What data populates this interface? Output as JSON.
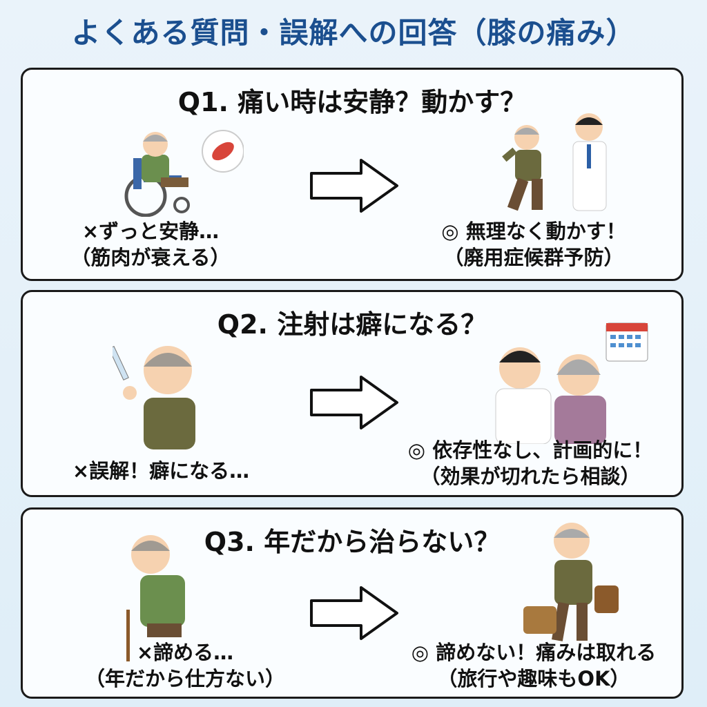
{
  "title": "よくある質問・誤解への回答（膝の痛み）",
  "panels": [
    {
      "question": "Q1. 痛い時は安静？動かす？",
      "bad": {
        "line1": "×ずっと安静…",
        "line2": "（筋肉が衰える）"
      },
      "good": {
        "line1": "◎ 無理なく動かす！",
        "line2": "（廃用症候群予防）"
      }
    },
    {
      "question": "Q2. 注射は癖になる？",
      "bad": {
        "line1": "×誤解！癖になる…"
      },
      "good": {
        "line1": "◎ 依存性なし、計画的に！",
        "line2": "（効果が切れたら相談）"
      }
    },
    {
      "question": "Q3. 年だから治らない？",
      "bad": {
        "line1": "×諦める…",
        "line2": "（年だから仕方ない）"
      },
      "good": {
        "line1": "◎ 諦めない！痛みは取れる",
        "line2": "（旅行や趣味もOK）"
      }
    }
  ],
  "colors": {
    "title": "#1b4f8f",
    "border": "#1a1a1a",
    "background": "#e4f0f9"
  }
}
